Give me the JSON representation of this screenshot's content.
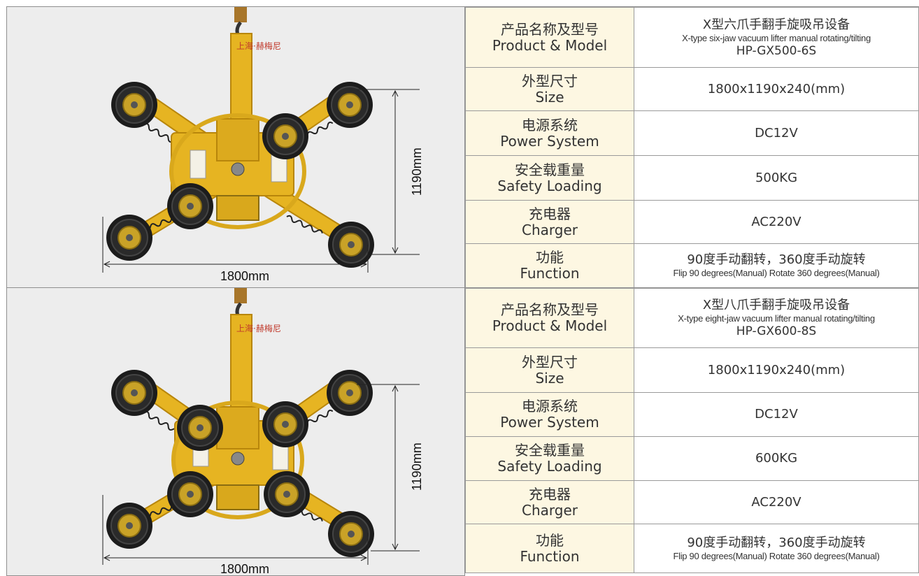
{
  "products": [
    {
      "image": {
        "width_label": "1800mm",
        "height_label": "1190mm",
        "pad_count": 6,
        "arm_text": "上海·赫梅尼"
      },
      "name_cn": "X型六爪手翻手旋吸吊设备",
      "name_en": "X-type six-jaw vacuum lifter manual rotating/tilting",
      "model": "HP-GX500-6S",
      "rows": [
        {
          "label_cn": "外型尺寸",
          "label_en": "Size",
          "value": "1800x1190x240(mm)"
        },
        {
          "label_cn": "电源系统",
          "label_en": "Power System",
          "value": "DC12V"
        },
        {
          "label_cn": "安全载重量",
          "label_en": "Safety Loading",
          "value": "500KG"
        },
        {
          "label_cn": "充电器",
          "label_en": "Charger",
          "value": "AC220V"
        }
      ],
      "function": {
        "label_cn": "功能",
        "label_en": "Function",
        "value_cn": "90度手动翻转，360度手动旋转",
        "value_en": "Flip 90 degrees(Manual) Rotate 360 degrees(Manual)"
      }
    },
    {
      "image": {
        "width_label": "1800mm",
        "height_label": "1190mm",
        "pad_count": 8,
        "arm_text": "上海·赫梅尼"
      },
      "name_cn": "X型八爪手翻手旋吸吊设备",
      "name_en": "X-type eight-jaw vacuum lifter manual rotating/tilting",
      "model": "HP-GX600-8S",
      "rows": [
        {
          "label_cn": "外型尺寸",
          "label_en": "Size",
          "value": "1800x1190x240(mm)"
        },
        {
          "label_cn": "电源系统",
          "label_en": "Power System",
          "value": "DC12V"
        },
        {
          "label_cn": "安全载重量",
          "label_en": "Safety Loading",
          "value": "600KG"
        },
        {
          "label_cn": "充电器",
          "label_en": "Charger",
          "value": "AC220V"
        }
      ],
      "function": {
        "label_cn": "功能",
        "label_en": "Function",
        "value_cn": "90度手动翻转，360度手动旋转",
        "value_en": "Flip 90 degrees(Manual) Rotate 360 degrees(Manual)"
      }
    }
  ],
  "common": {
    "name_label_cn": "产品名称及型号",
    "name_label_en": "Product & Model"
  },
  "colors": {
    "frame_yellow": "#e6b422",
    "frame_dark": "#b8860b",
    "pad_dark": "#1c1c1c",
    "label_bg": "#fdf7e2",
    "panel_bg": "#ededed"
  }
}
